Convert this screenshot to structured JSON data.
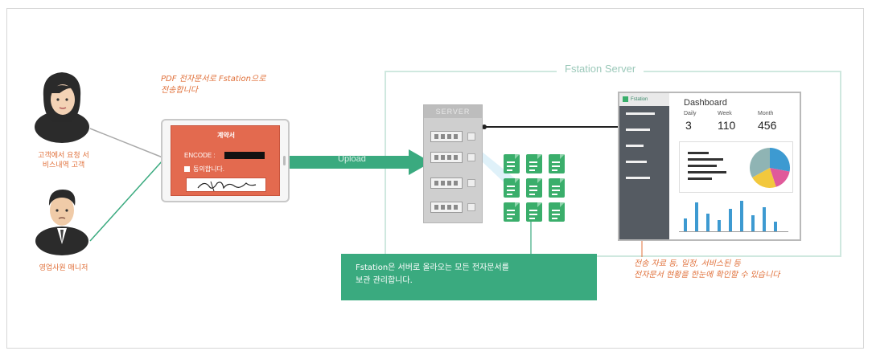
{
  "server_label": "Fstation Server",
  "person1_caption": "고객에서 요청 서비스내역 고객",
  "person2_caption": "영업사원 매니저",
  "top_note": "PDF 전자문서로 Fstation으로\n전송합니다",
  "tablet": {
    "title": "계약서",
    "field_label": "ENCODE :",
    "checkbox_label": "동의합니다."
  },
  "upload_label": "Upload",
  "server_tower_label": "SERVER",
  "dashboard": {
    "brand": "Fstation",
    "title": "Dashboard",
    "stats": [
      {
        "label": "Daily",
        "value": "3"
      },
      {
        "label": "Week",
        "value": "110"
      },
      {
        "label": "Month",
        "value": "456"
      }
    ],
    "pie_colors": [
      "#3d9ad1",
      "#e05a9a",
      "#f2c83d",
      "#8fb4b4"
    ],
    "bar_values": [
      0.4,
      0.9,
      0.55,
      0.35,
      0.7,
      0.95,
      0.5,
      0.75,
      0.3
    ],
    "accent": "#3aae6b"
  },
  "note_box": "Fstation은 서버로 올라오는 모든 전자문서를\n보관 관리합니다.",
  "bottom_note": "전송 자료 등, 일정, 서비스된 등\n전자문서 현황을 한눈에 확인할 수 있습니다",
  "colors": {
    "orange": "#e0703a",
    "green": "#3aaa7f",
    "tablet_red": "#e36a4f"
  }
}
